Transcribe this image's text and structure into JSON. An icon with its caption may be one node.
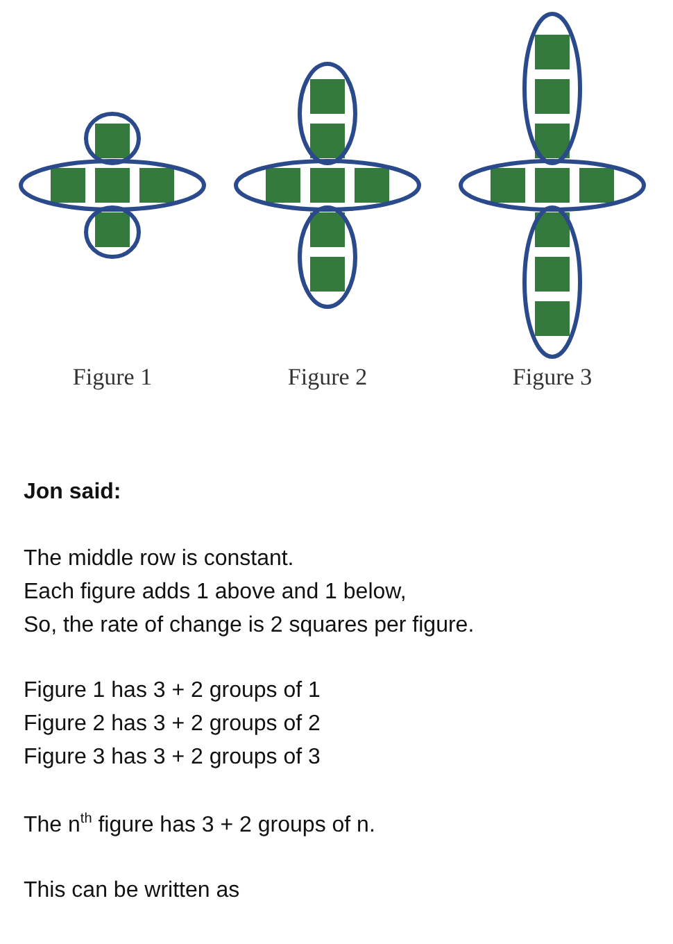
{
  "diagram": {
    "labels": [
      "Figure 1",
      "Figure 2",
      "Figure 3",
      "Jon said:",
      "The middle row is constant.",
      "Each figure adds 1 above and 1 below,",
      "So, the rate of change is 2 squares per figure.",
      "Figure 1 has 3 + 2 groups of 1",
      "Figure 2 has 3 + 2 groups of 2",
      "Figure 3 has 3 + 2 groups of 3",
      "The n$^{th}$ figure has 3 + 2 groups of n.",
      "This can be written as"
    ]
  }
}
